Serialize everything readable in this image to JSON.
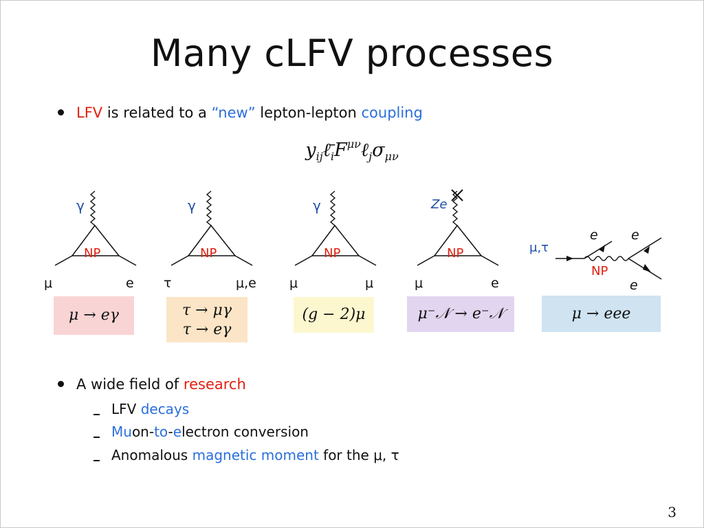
{
  "title": "Many cLFV processes",
  "bullet1": {
    "parts": [
      "LFV",
      "is related to a",
      "“new”",
      "lepton-lepton",
      "coupling"
    ]
  },
  "formula": {
    "y": "y",
    "y_sub": "ij",
    "l1": "ℓ̄",
    "l1_sub": "i",
    "F": "F",
    "F_sup": "μν",
    "l2": "ℓ",
    "l2_sub": "j",
    "sigma": "σ",
    "sigma_sub": "μν"
  },
  "diagrams": [
    {
      "top": "γ",
      "vertex": "NP",
      "left": "μ",
      "right": "e",
      "box": [
        "μ → eγ"
      ]
    },
    {
      "top": "γ",
      "vertex": "NP",
      "left": "τ",
      "right": "μ,e",
      "box": [
        "τ → μγ",
        "τ → eγ"
      ]
    },
    {
      "top": "γ",
      "vertex": "NP",
      "left": "μ",
      "right": "μ",
      "box": [
        "(g − 2)μ"
      ]
    },
    {
      "top": "Ze",
      "vertex": "NP",
      "left": "μ",
      "right": "e",
      "box": [
        "μ⁻𝒩 → e⁻𝒩"
      ]
    },
    {
      "in": "μ,τ",
      "vertex": "NP",
      "out1": "e",
      "out2": "e",
      "out3": "e",
      "box": [
        "μ → eee"
      ]
    }
  ],
  "bullet2": {
    "parts": [
      "A wide field of",
      "research"
    ]
  },
  "subitems": [
    {
      "parts": [
        "LFV",
        "decays"
      ]
    },
    {
      "parts": [
        "Mu",
        "on-",
        "to",
        "-",
        "e",
        "lectron conversion"
      ]
    },
    {
      "parts": [
        "Anomalous",
        "magnetic moment",
        "for the μ, τ"
      ]
    }
  ],
  "page_number": "3",
  "colors": {
    "red": "#e02010",
    "blue": "#2a6fdb",
    "gamma_blue": "#1f4fa8"
  }
}
